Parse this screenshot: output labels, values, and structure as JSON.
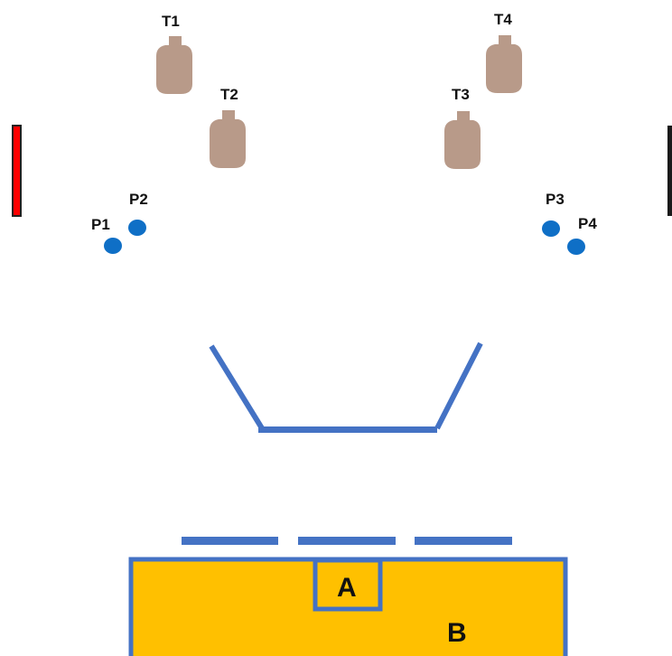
{
  "targets": [
    {
      "label": "T1"
    },
    {
      "label": "T2"
    },
    {
      "label": "T3"
    },
    {
      "label": "T4"
    }
  ],
  "players": [
    {
      "label": "P1"
    },
    {
      "label": "P2"
    },
    {
      "label": "P3"
    },
    {
      "label": "P4"
    }
  ],
  "zones": {
    "a_label": "A",
    "b_label": "B"
  },
  "colors": {
    "target": "#b89a89",
    "player": "#0f6fc6",
    "structure": "#4472c4",
    "zone_fill": "#ffc000",
    "left_marker": "#ff0000",
    "right_marker": "#1a1a1a"
  },
  "icons": {
    "target": "silhouette-target-icon",
    "player": "player-dot-icon"
  }
}
